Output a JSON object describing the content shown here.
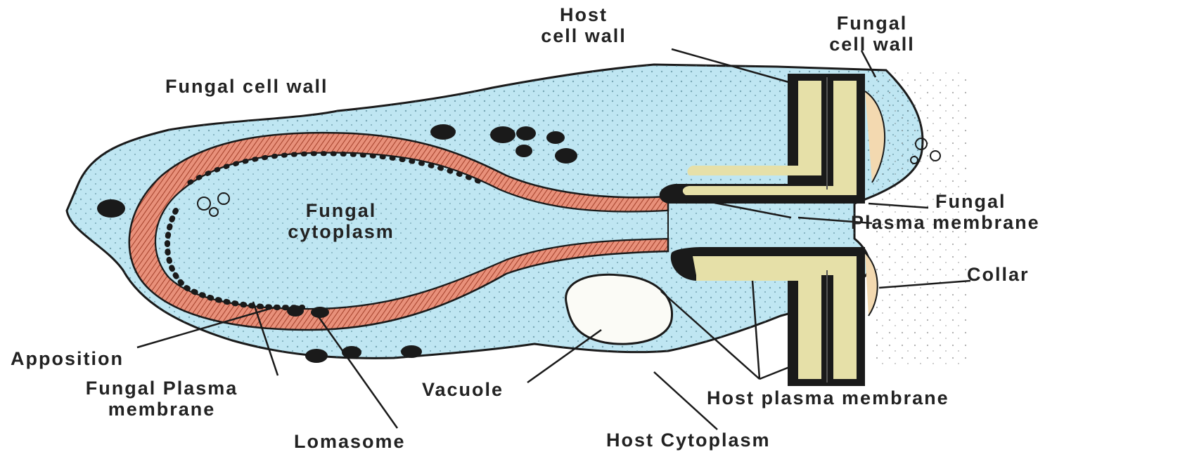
{
  "labels": {
    "host_cell_wall_l1": "Host",
    "host_cell_wall_l2": "cell wall",
    "fungal_cell_wall_top_l1": "Fungal",
    "fungal_cell_wall_top_l2": "cell wall",
    "fungal_cell_wall_left": "Fungal cell wall",
    "fungal_cytoplasm_l1": "Fungal",
    "fungal_cytoplasm_l2": "cytoplasm",
    "fungal_pm_right_l1": "Fungal",
    "fungal_pm_right_l2": "Plasma membrane",
    "collar": "Collar",
    "apposition": "Apposition",
    "fungal_pm_bottom_l1": "Fungal Plasma",
    "fungal_pm_bottom_l2": "membrane",
    "vacuole": "Vacuole",
    "host_plasma_membrane": "Host plasma membrane",
    "lomasome": "Lomasome",
    "host_cytoplasm": "Host Cytoplasm"
  },
  "colors": {
    "cytoplasm_fill": "#bfe6f2",
    "wall_band": "#e8907a",
    "host_wall_yellow": "#e6e0a8",
    "outline": "#1a1a1a",
    "vacuole_fill": "#fbfbf6"
  }
}
